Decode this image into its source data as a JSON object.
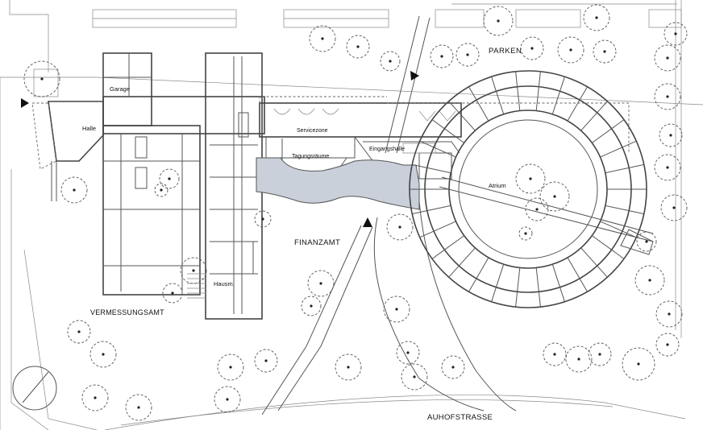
{
  "labels": {
    "parken": "PARKEN",
    "garage": "Garage",
    "halle": "Halle",
    "servicezone": "Servicezone",
    "tagungsraeume": "Tagungsräume",
    "eingangshalle": "Eingangshalle",
    "atrium": "Atrium",
    "finanzamt": "FINANZAMT",
    "hausm": "Hausm.",
    "vermessungsamt": "VERMESSUNGSAMT",
    "auhofstrasse": "AUHOFSTRASSE"
  },
  "colors": {
    "background": "#ffffff",
    "line": "#555555",
    "highlight_fill": "#c9d0da",
    "text": "#111111"
  },
  "symbols": {
    "trees": "dashed-circle-tree-icon",
    "entrances": "entrance-arrow-icon"
  }
}
